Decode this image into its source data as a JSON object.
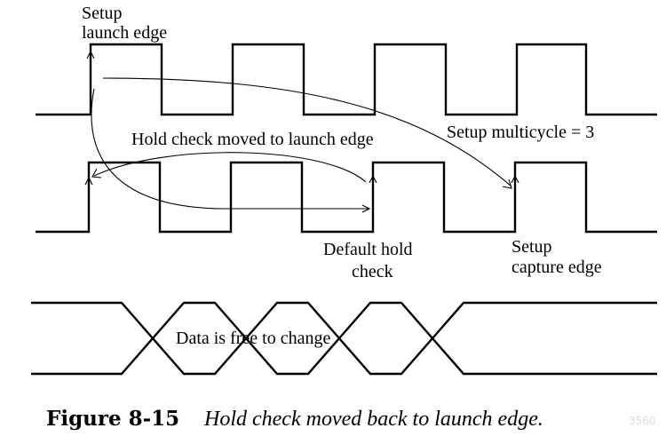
{
  "labels": {
    "setup_launch_line1": "Setup",
    "setup_launch_line2": "launch edge",
    "hold_moved": "Hold check moved to launch edge",
    "setup_multicycle": "Setup multicycle = 3",
    "default_hold_line1": "Default hold",
    "default_hold_line2": "check",
    "setup_capture_line1": "Setup",
    "setup_capture_line2": "capture edge",
    "data_free": "Data is free to change"
  },
  "caption": {
    "number": "Figure 8-15",
    "title": "Hold check moved back to launch edge."
  },
  "watermark": "3560"
}
